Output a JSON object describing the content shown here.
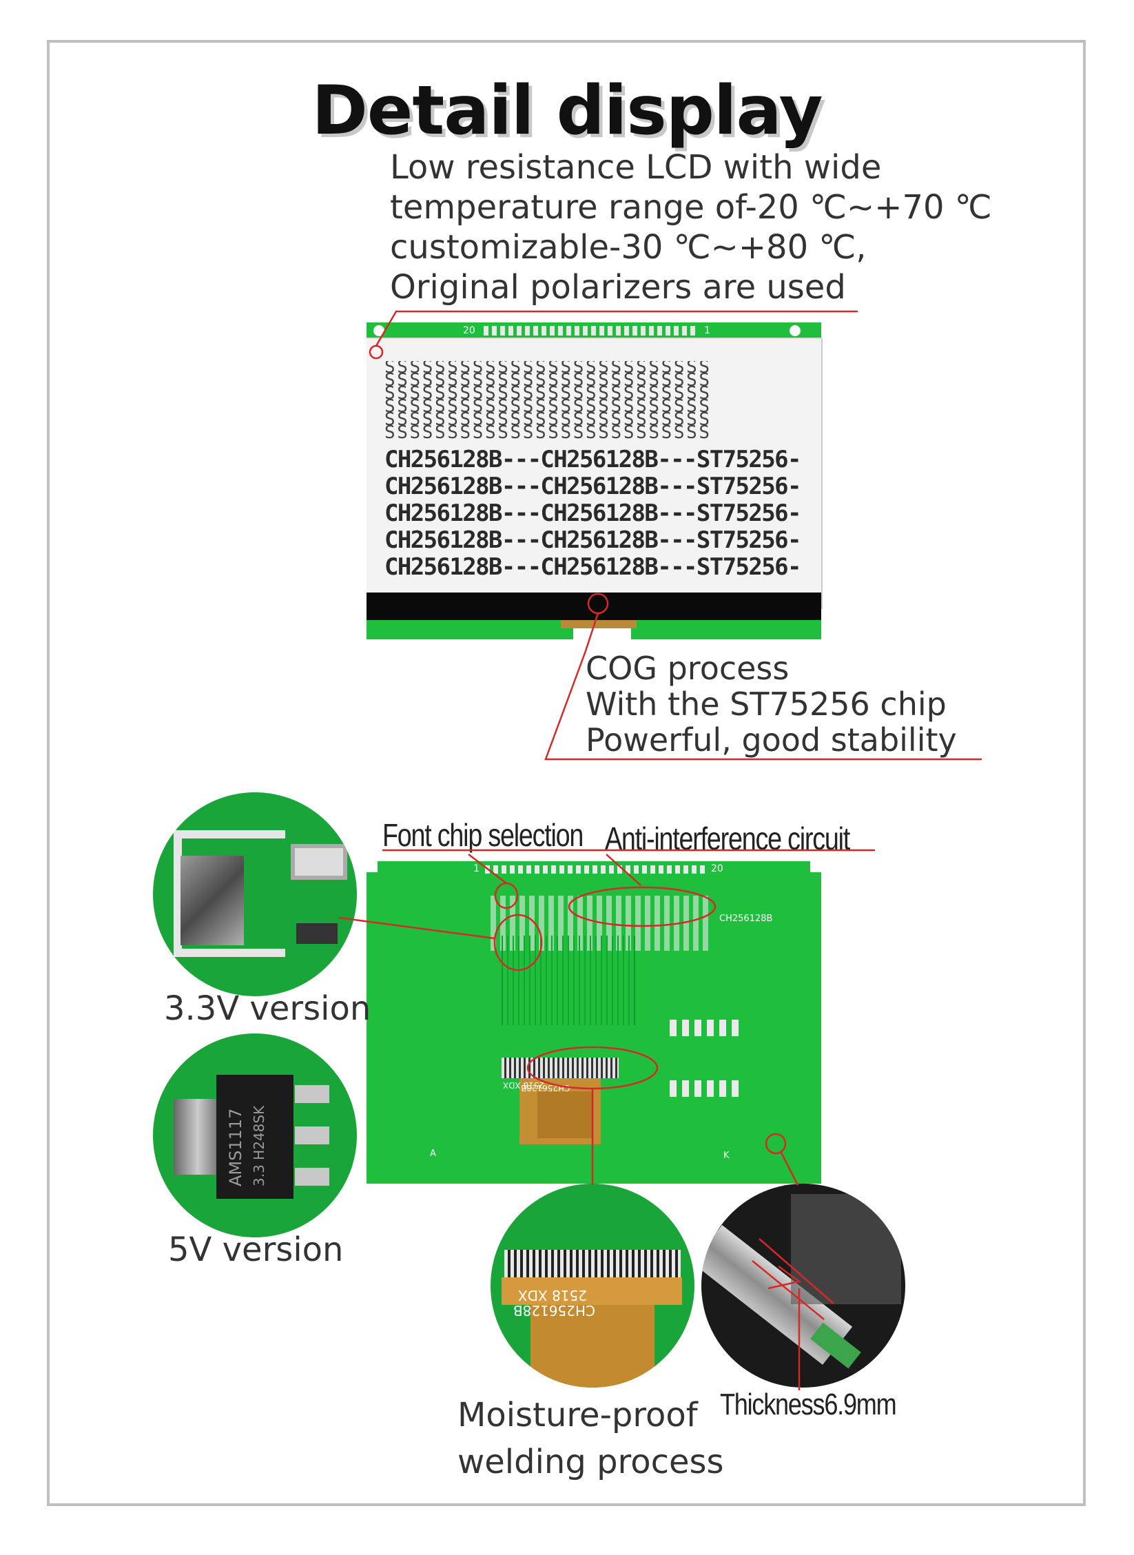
{
  "title": "Detail display",
  "desc_lines": [
    "Low resistance LCD with wide",
    "temperature range of-20 ℃~+70 ℃",
    "customizable-30 ℃~+80 ℃,",
    "Original polarizers are used"
  ],
  "cog_lines": [
    "COG process",
    "With the ST75256 chip",
    "Powerful, good stability"
  ],
  "lcd": {
    "pin_left": "20",
    "pin_right": "1",
    "s_row": "SSSSSSSSSSSSSSSSSSSSSSSSSS",
    "text_row": "CH256128B---CH256128B---ST75256-"
  },
  "back_board": {
    "pin_left": "1",
    "pin_right": "20",
    "model": "CH256128B",
    "fpc_text_1": "CH256128B",
    "fpc_text_2": "2518 XDX",
    "mark_a": "A",
    "mark_k": "K"
  },
  "labels": {
    "font_chip": "Font chip selection",
    "anti_interference": "Anti-interference circuit",
    "v33": "3.3V version",
    "v5": "5V version",
    "moisture_1": "Moisture-proof",
    "moisture_2": "welding process",
    "thickness": "Thickness6.9mm",
    "chip_text_1": "AMS1117",
    "chip_text_2": "3.3 H248SK",
    "fpc_zoom_1": "CH256128B",
    "fpc_zoom_2": "2518 XDX"
  },
  "colors": {
    "pcb_green": "#1fbf3d",
    "callout_red": "#d62828",
    "frame_gray": "#bfbfbf"
  }
}
